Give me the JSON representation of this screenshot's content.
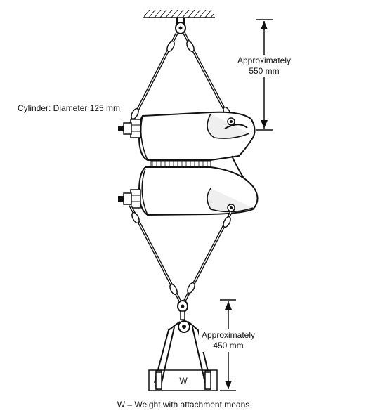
{
  "labels": {
    "top_dim_line1": "Approximately",
    "top_dim_line2": "550 mm",
    "cylinder": "Cylinder: Diameter 125 mm",
    "bottom_dim_line1": "Approximately",
    "bottom_dim_line2": "450 mm",
    "weight_box": "W",
    "caption": "W – Weight with attachment means"
  },
  "colors": {
    "stroke": "#111111",
    "fill": "#ffffff",
    "shade": "#e6e6e6"
  }
}
